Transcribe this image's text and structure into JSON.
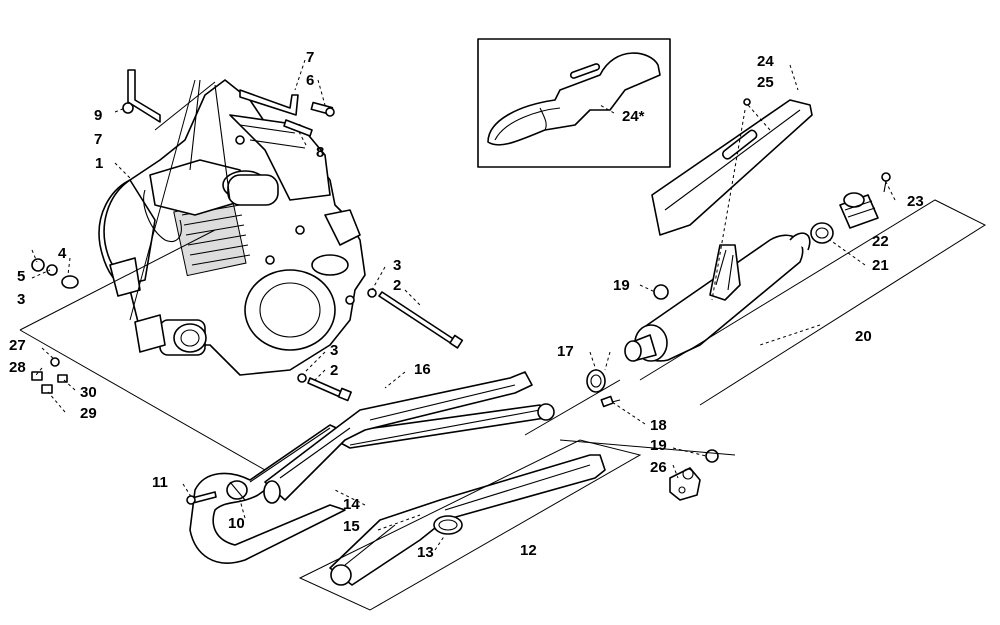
{
  "callouts": {
    "c1": "1",
    "c2a": "2",
    "c2b": "2",
    "c3a": "3",
    "c3b": "3",
    "c3c": "3",
    "c4": "4",
    "c5": "5",
    "c6": "6",
    "c7a": "7",
    "c7b": "7",
    "c8": "8",
    "c9": "9",
    "c10": "10",
    "c11": "11",
    "c12": "12",
    "c13": "13",
    "c14": "14",
    "c15": "15",
    "c16": "16",
    "c17": "17",
    "c18": "18",
    "c19a": "19",
    "c19b": "19",
    "c20": "20",
    "c21": "21",
    "c22": "22",
    "c23": "23",
    "c24": "24",
    "c24star": "24*",
    "c25": "25",
    "c26": "26",
    "c27": "27",
    "c28": "28",
    "c29": "29",
    "c30": "30"
  }
}
